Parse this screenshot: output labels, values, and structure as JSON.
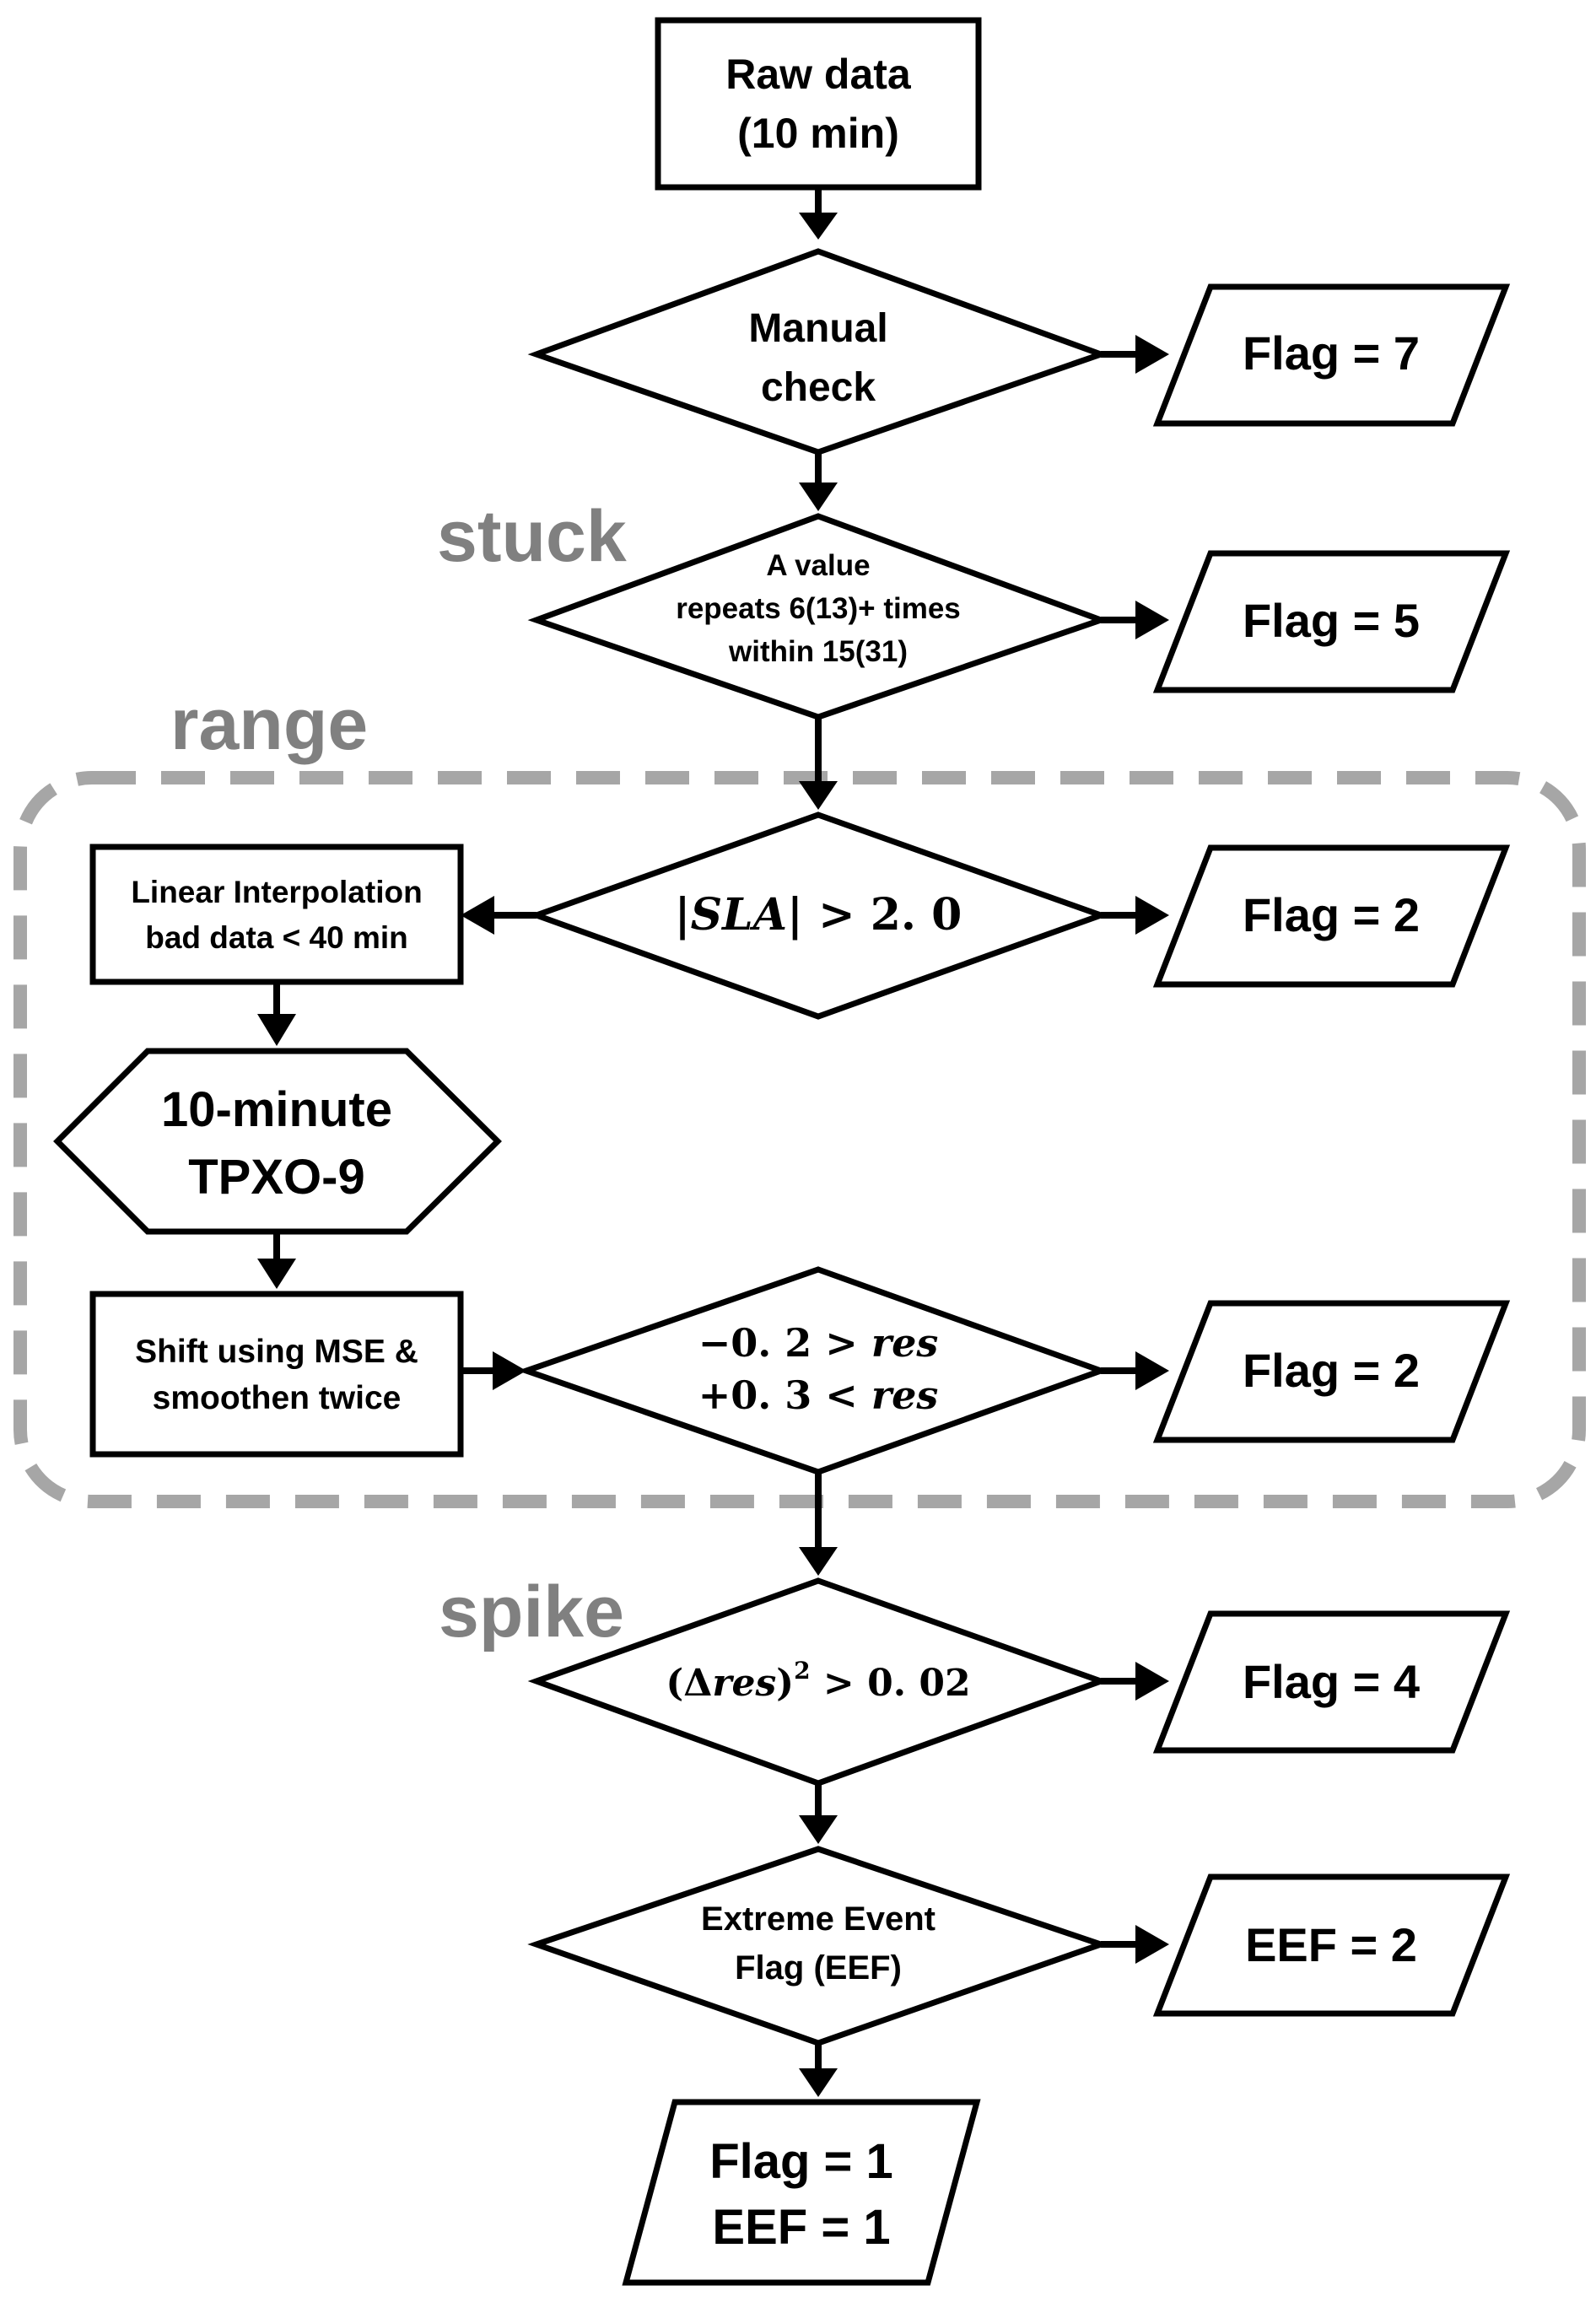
{
  "sections": {
    "stuck": "stuck",
    "range": "range",
    "spike": "spike"
  },
  "nodes": {
    "raw_data": {
      "line1": "Raw data",
      "line2": "(10 min)"
    },
    "manual_check": {
      "line1": "Manual",
      "line2": "check"
    },
    "stuck_test": {
      "line1": "A value",
      "line2": "repeats 6(13)+ times",
      "line3": "within 15(31)"
    },
    "sla_test": {
      "abs_open": "|",
      "var": "SLA",
      "abs_close": "|",
      "rest": " > 2. 0"
    },
    "interp": {
      "line1": "Linear Interpolation",
      "line2": "bad data < 40 min"
    },
    "tpxo": {
      "line1": "10-minute",
      "line2": "TPXO-9"
    },
    "shift": {
      "line1": "Shift using MSE &",
      "line2": "smoothen twice"
    },
    "res_test": {
      "l1_num": "−0. 2 > ",
      "l1_var": "res",
      "l2_num": "+0. 3 < ",
      "l2_var": "res"
    },
    "spike_test": {
      "open": "(Δ",
      "var": "res",
      "close": ")",
      "exp": "2",
      "rest": " > 0. 02"
    },
    "eef_test": {
      "line1": "Extreme Event",
      "line2": "Flag (EEF)"
    },
    "final": {
      "line1": "Flag = 1",
      "line2": "EEF = 1"
    }
  },
  "outputs": {
    "flag7": "Flag = 7",
    "flag5": "Flag = 5",
    "flag2_range": "Flag = 2",
    "flag2_res": "Flag = 2",
    "flag4": "Flag = 4",
    "eef2": "EEF = 2"
  }
}
